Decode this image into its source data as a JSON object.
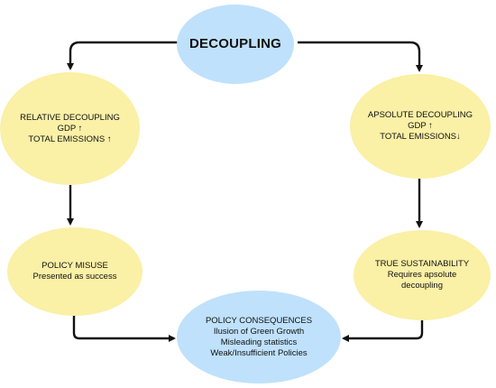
{
  "nodes": {
    "decoupling": {
      "title": "DECOUPLING"
    },
    "relative": {
      "lines": [
        "RELATIVE DECOUPLING",
        "GDP ↑",
        "TOTAL EMISSIONS ↑"
      ]
    },
    "absolute": {
      "lines": [
        "APSOLUTE DECOUPLING",
        "GDP ↑",
        "TOTAL EMISSIONS↓"
      ]
    },
    "misuse": {
      "lines": [
        "POLICY MISUSE",
        "Presented as success"
      ]
    },
    "sustainability": {
      "lines": [
        "TRUE SUSTAINABILITY",
        "Requires apsolute",
        "decoupling"
      ]
    },
    "consequences": {
      "lines": [
        "POLICY CONSEQUENCES",
        "Ilusion of Green Growth",
        "Misleading statistics",
        "Weak/Insufficient Policies"
      ]
    }
  },
  "colors": {
    "blue_fill": "#bfe1fb",
    "yellow_fill": "#faf0a6",
    "arrow": "#111111"
  }
}
